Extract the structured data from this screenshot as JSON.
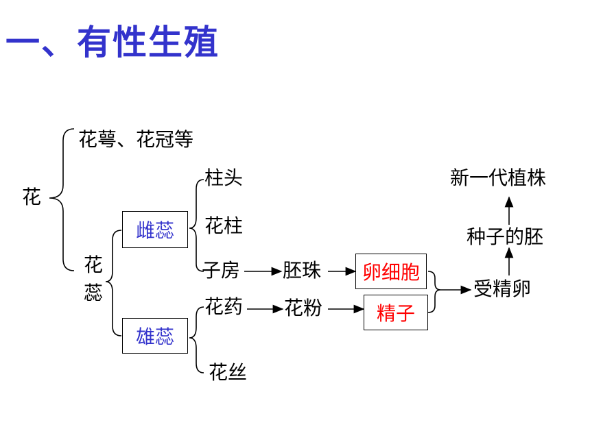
{
  "title": "一、有性生殖",
  "nodes": {
    "flower": "花",
    "sepal_petal": "花萼、花冠等",
    "stamen_pistil_1": "花",
    "stamen_pistil_2": "蕊",
    "pistil": "雌蕊",
    "stamen": "雄蕊",
    "stigma": "柱头",
    "style": "花柱",
    "ovary": "子房",
    "anther": "花药",
    "filament": "花丝",
    "ovule": "胚珠",
    "pollen": "花粉",
    "egg_cell": "卵细胞",
    "sperm": "精子",
    "fertilized_egg": "受精卵",
    "seed_embryo": "种子的胚",
    "new_plant": "新一代植株"
  },
  "colors": {
    "title": "#3333cc",
    "pistil_stamen": "#3333cc",
    "gametes": "#ff0000"
  }
}
